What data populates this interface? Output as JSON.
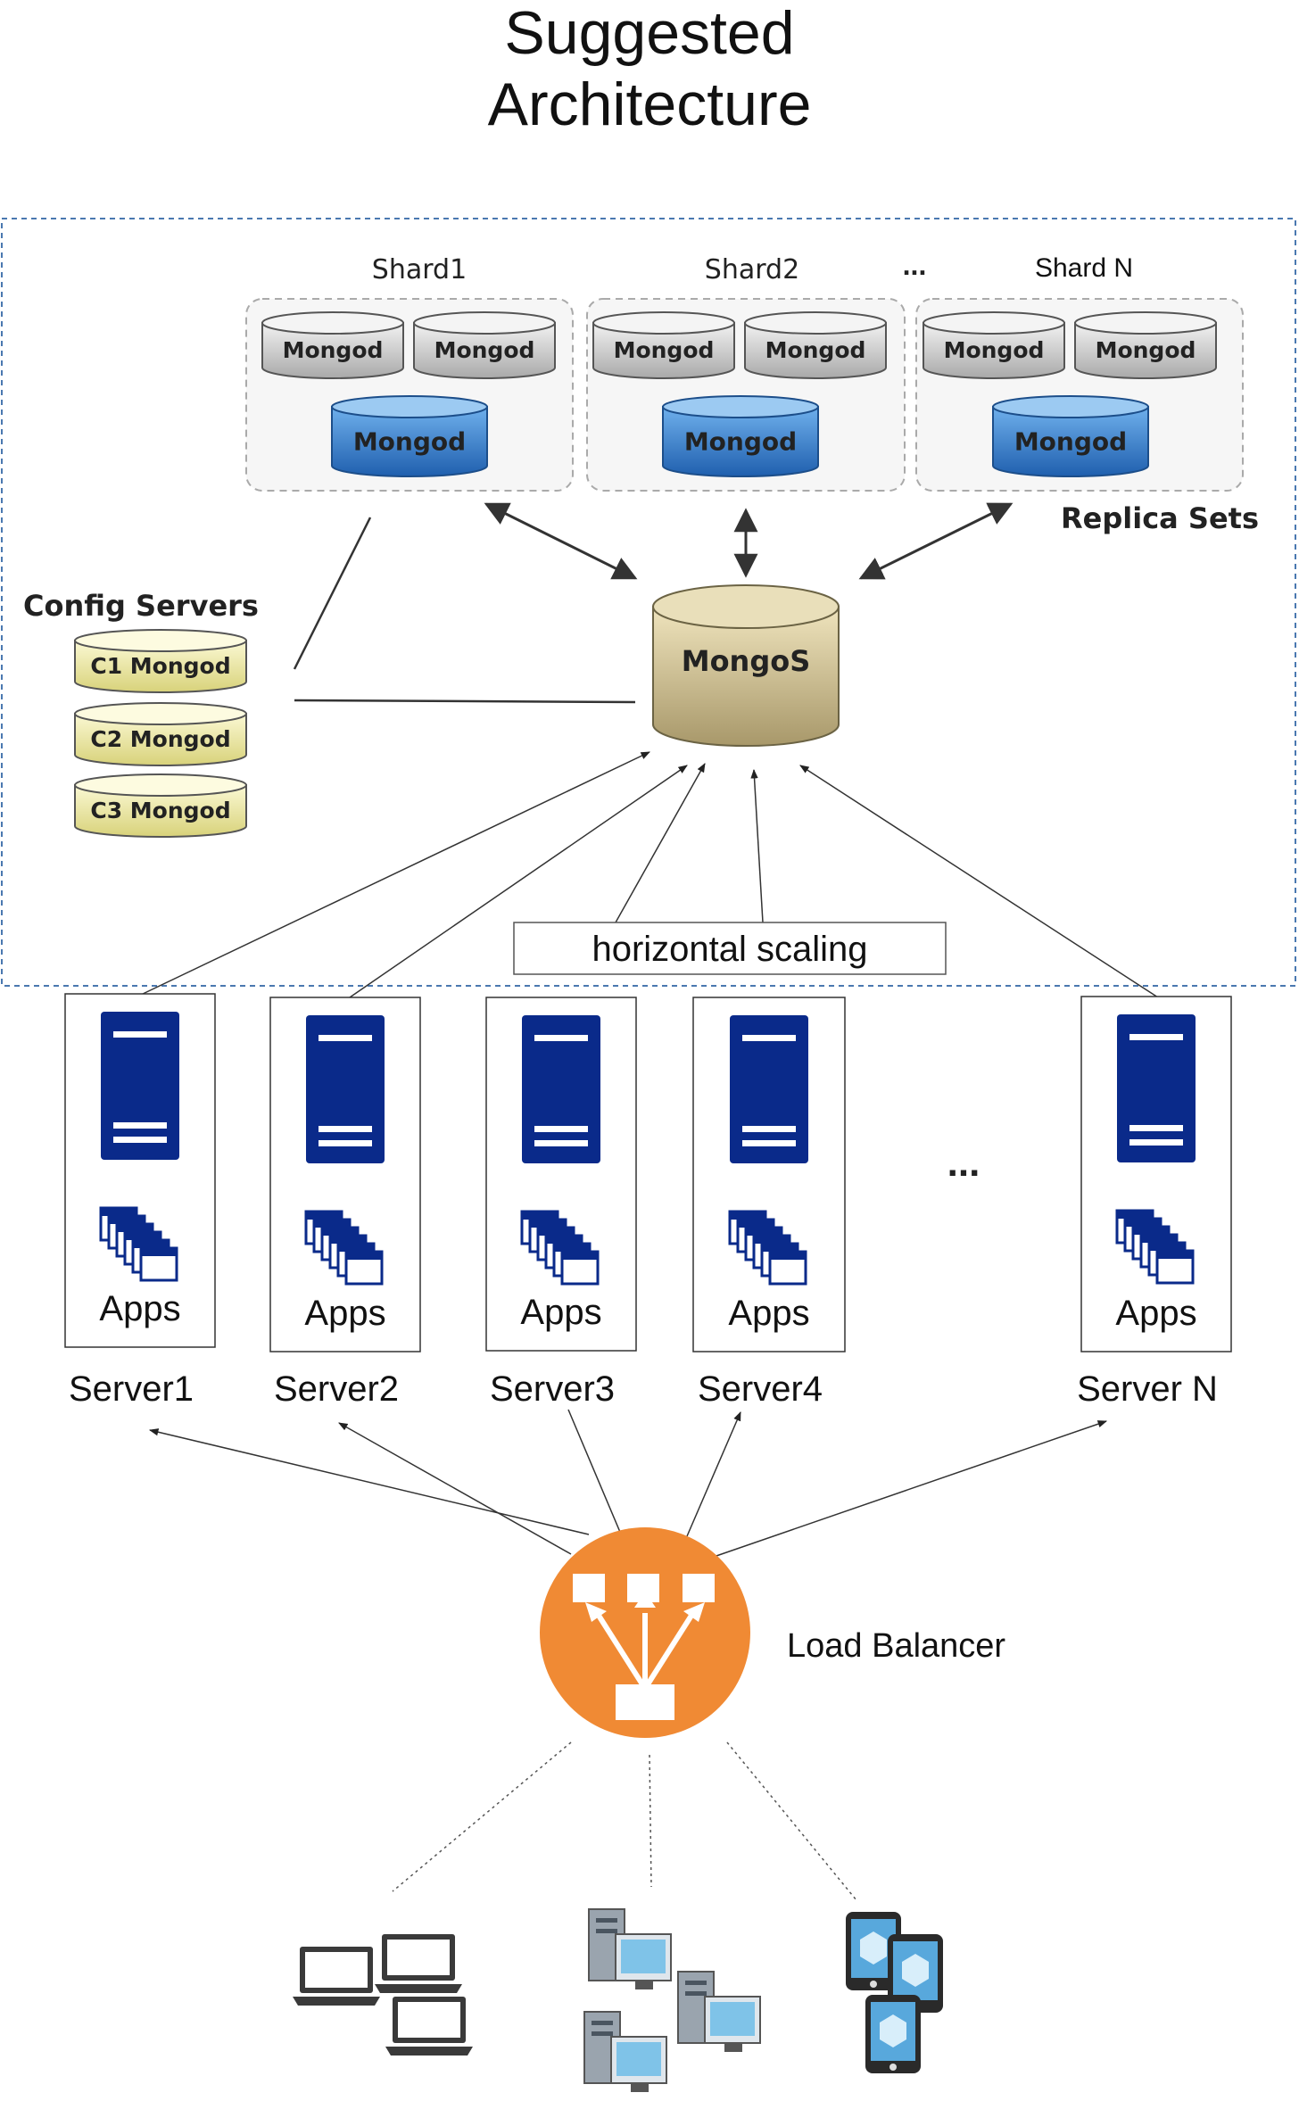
{
  "title_line1": "Suggested",
  "title_line2": "Architecture",
  "shards": [
    {
      "label": "Shard1",
      "nodes": [
        "Mongod",
        "Mongod",
        "Mongod"
      ]
    },
    {
      "label": "Shard2",
      "nodes": [
        "Mongod",
        "Mongod",
        "Mongod"
      ]
    },
    {
      "label": "Shard N",
      "nodes": [
        "Mongod",
        "Mongod",
        "Mongod"
      ]
    }
  ],
  "shard_ellipsis": "...",
  "replica_sets_label": "Replica Sets",
  "config_servers": {
    "label": "Config Servers",
    "items": [
      "C1 Mongod",
      "C2 Mongod",
      "C3 Mongod"
    ]
  },
  "mongos_label": "MongoS",
  "horizontal_scaling_label": "horizontal scaling",
  "servers": [
    {
      "name": "Server1",
      "apps_label": "Apps"
    },
    {
      "name": "Server2",
      "apps_label": "Apps"
    },
    {
      "name": "Server3",
      "apps_label": "Apps"
    },
    {
      "name": "Server4",
      "apps_label": "Apps"
    },
    {
      "name": "Server N",
      "apps_label": "Apps"
    }
  ],
  "server_ellipsis": "...",
  "load_balancer_label": "Load Balancer",
  "colors": {
    "server_blue": "#0a2a8a",
    "replica_gray": "#d4d4d4",
    "primary_blue": "#3a86d4",
    "config_yellow": "#f3f0a8",
    "mongos_tan": "#c8b98a",
    "load_balancer_orange": "#f08a34",
    "boundary_blue": "#4a78b0"
  }
}
